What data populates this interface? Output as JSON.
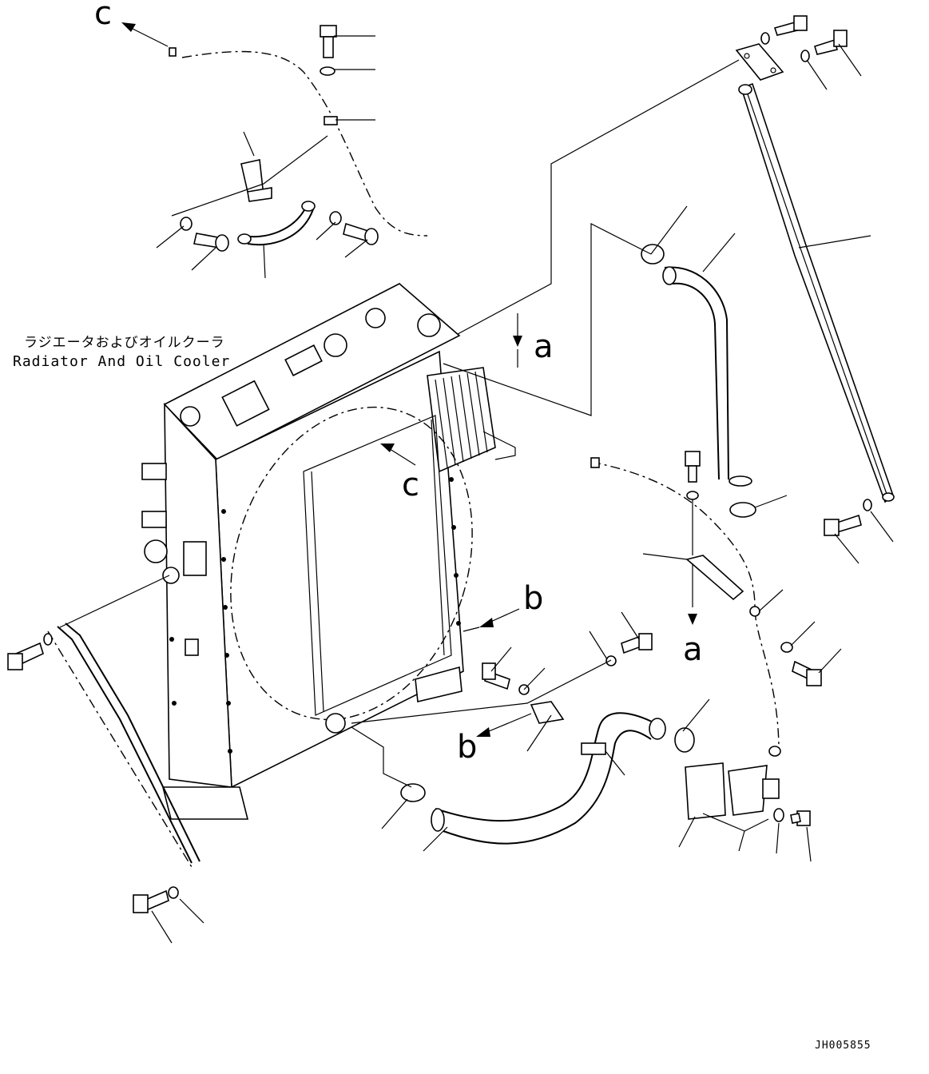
{
  "diagram": {
    "caption_jp": "ラジエータおよびオイルクーラ",
    "caption_en": "Radiator And Oil Cooler",
    "drawing_code": "JH005855",
    "reference_letters": {
      "c_top": "c",
      "c_mid": "c",
      "a_upper": "a",
      "a_lower": "a",
      "b_mid": "b",
      "b_lower": "b"
    }
  }
}
